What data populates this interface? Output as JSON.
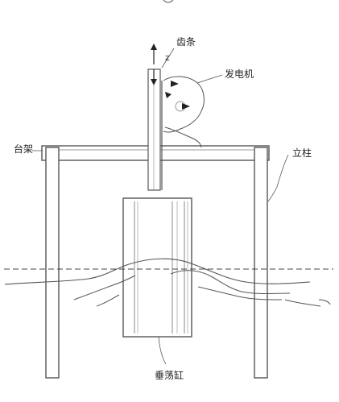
{
  "labels": {
    "rack": "齿条",
    "generator": "发电机",
    "frame": "台架",
    "column": "立柱",
    "pendulum_cylinder": "垂荡缸",
    "z_axis": "z"
  }
}
